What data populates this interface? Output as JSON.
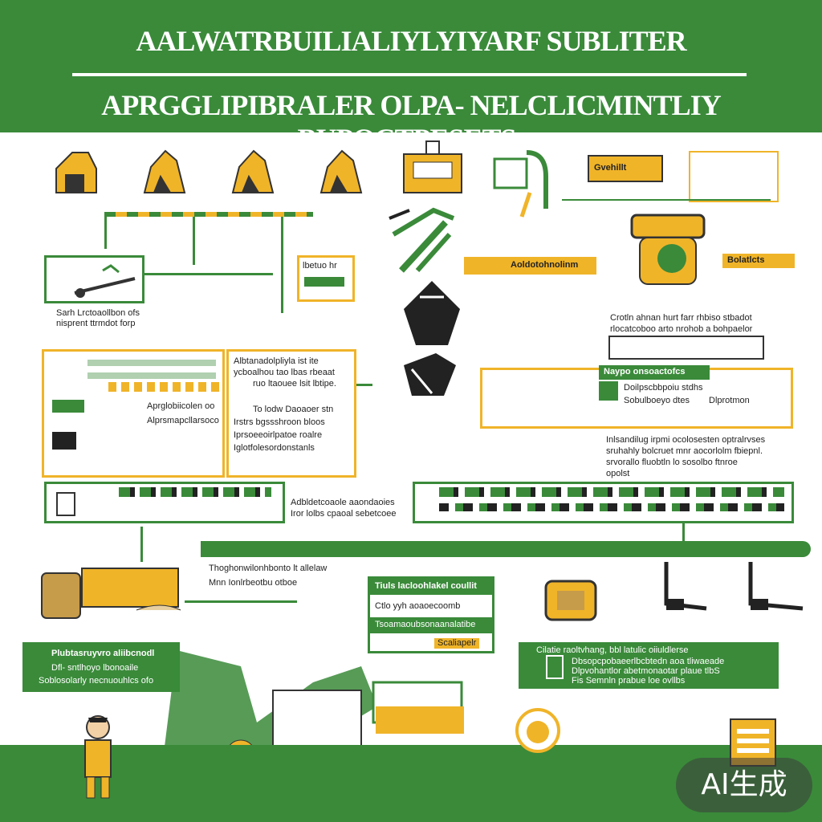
{
  "header": {
    "title": "AALWATRBUILIALIYLYIYARF SUBLITER",
    "subtitle": "APRGGLIPIBRALER OLPA- NELCLICMINTLIY BUPOCTPESETS:"
  },
  "colors": {
    "green": "#3a8a3a",
    "yellow": "#f0b429",
    "dark": "#222222"
  },
  "icons": [
    "farmer-hut-icon",
    "tractor-icon",
    "grain-icon",
    "machine-icon",
    "hat-icon",
    "coins-icon",
    "person-icon",
    "document-icon"
  ],
  "boxes": {
    "top_right_label": "Gvehillt",
    "mid_label": "lbetuo hr",
    "arrow_label": "Aoldotohnolinm",
    "right_label": "Bolatlcts",
    "left_caption": "Sarh Lrctoaollbon ofs nisprent ttrmdot forp",
    "box2_line1": "Aprglobiicolen oo",
    "box2_line2": "Alprsmapcllarsoco",
    "right_text1": "Crotln ahnan hurt farr rhbiso stbadot",
    "right_text2": "rlocatcoboo arto nrohob a bohpaelor",
    "right_panel_title": "Naypo onsoactofcs",
    "right_panel_text": "Doilpscbbpoiu stdhs",
    "right_panel_text2": "Sobulboeyo dtes",
    "right_panel_text3": "Dlprotmon",
    "center_text1": "Albtanadolpliyla ist ite",
    "center_text2": "ycboalhou tao lbas rbeaat",
    "center_text3": "ruo ltaouee lsit lbtipe.",
    "center_text4": "To lodw Daoaoer stn",
    "center_text5": "Irstrs bgssshroon bloos",
    "center_text6": "Iprsoeeoirlpatoe roalre",
    "center_text7": "Iglotfolesordonstanls",
    "right_long1": "Inlsandilug irpmi ocolosesten optralrvses",
    "right_long2": "sruhahly bolcruet mnr aocorlolm fbiepnl.",
    "right_long3": "srvorallo fluobtln lo sosolbo ftnroe",
    "right_long4": "opolst",
    "mid_row1": "Adbldetcoaole aaondaoies",
    "mid_row2": "Iror lolbs cpaoal sebetcoee",
    "bottom_left_title": "Plubtasruyvro aliibcnodl",
    "bottom_left_line1": "Dfl- sntlhoyo lbonoaile",
    "bottom_left_line2": "Soblosolarly necnuouhlcs ofo",
    "center_box_title": "Tiuls lacloohlakel coullit",
    "center_box_line1": "Ctlo yyh aoaoecoomb",
    "center_box_line2": "Tsoamaoubsonaanalatibe",
    "center_box_line3": "Scaliapelr",
    "right_box_line1": "Cilatie raoltvhang, bbl latulic oiiuldlerse",
    "right_box_line2": "Dbsopcpobaeerlbcbtedn aoa tliwaeade",
    "right_box_line3": "Dlpvohantlor abetmonaotar plaue tlbS",
    "right_box_line4": "Fis Semnln prabue loe ovllbs",
    "horizontal_caption": "Thoghonwilonhbonto lt allelaw",
    "horizontal_caption2": "Mnn Ionlrbeotbu otboe",
    "watermark": "AI生成"
  }
}
